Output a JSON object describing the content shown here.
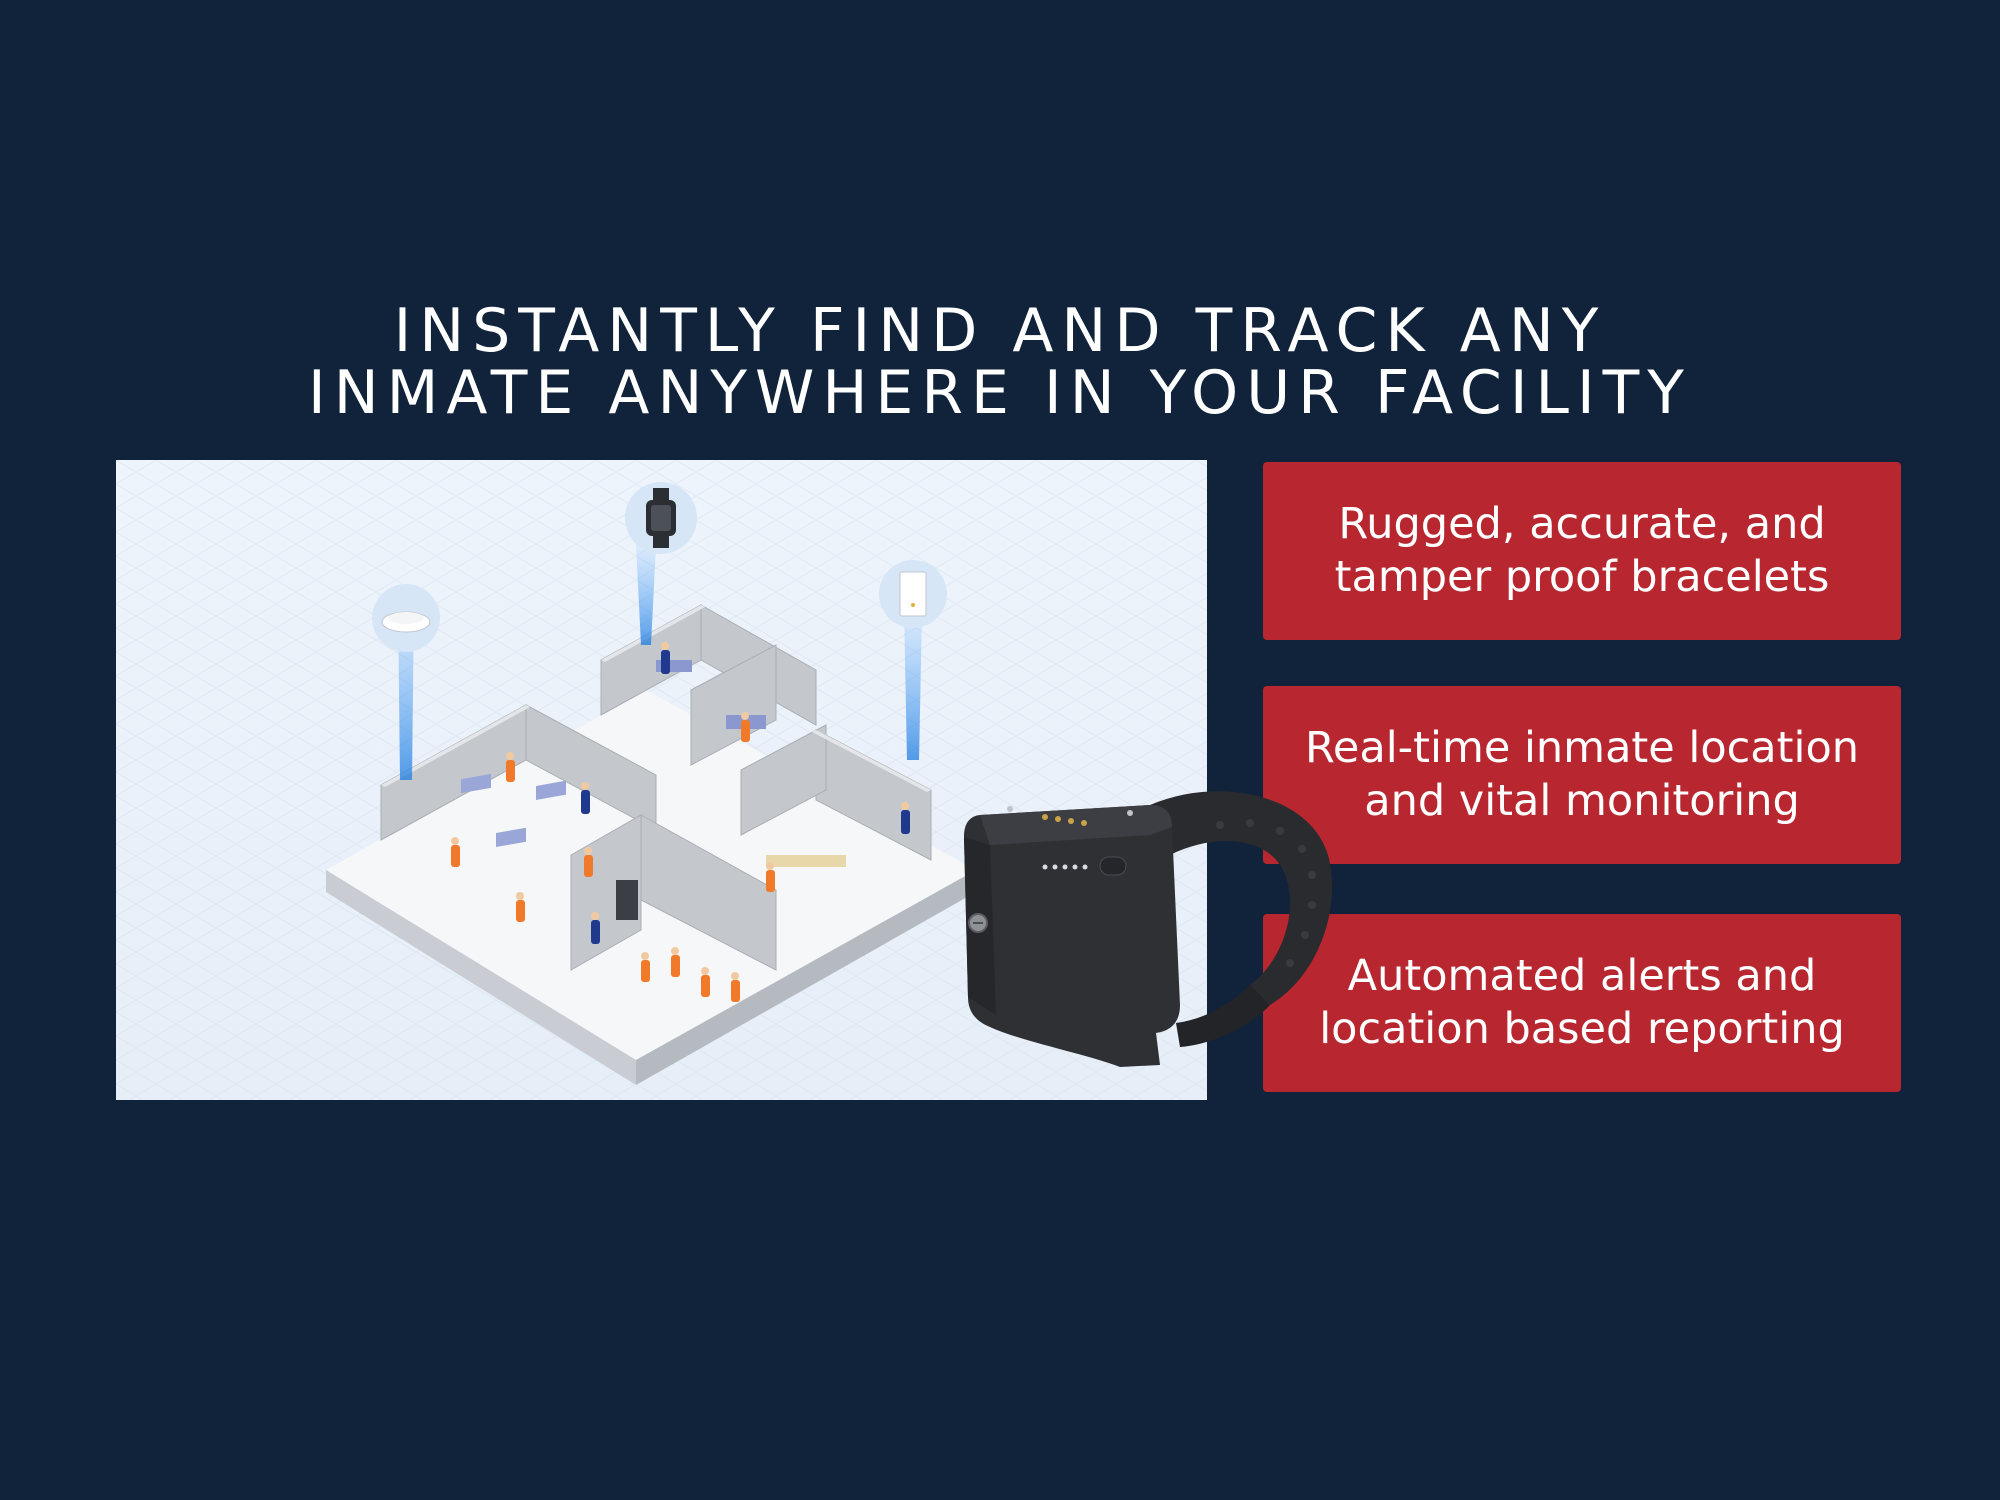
{
  "headline": {
    "line1": "INSTANTLY FIND AND TRACK ANY",
    "line2": "INMATE ANYWHERE IN YOUR FACILITY"
  },
  "features": [
    {
      "line1": "Rugged, accurate, and",
      "line2": "tamper proof bracelets"
    },
    {
      "line1": "Real-time inmate location",
      "line2": "and vital monitoring"
    },
    {
      "line1": "Automated alerts and",
      "line2": "location based reporting"
    }
  ],
  "colors": {
    "background": "#10233b",
    "card": "#b8272f",
    "text": "#ffffff",
    "illustration_bg": "#eaf1f9"
  },
  "icons": [
    "ceiling-sensor-icon",
    "smartwatch-icon",
    "wall-beacon-icon",
    "ankle-bracelet-icon"
  ]
}
